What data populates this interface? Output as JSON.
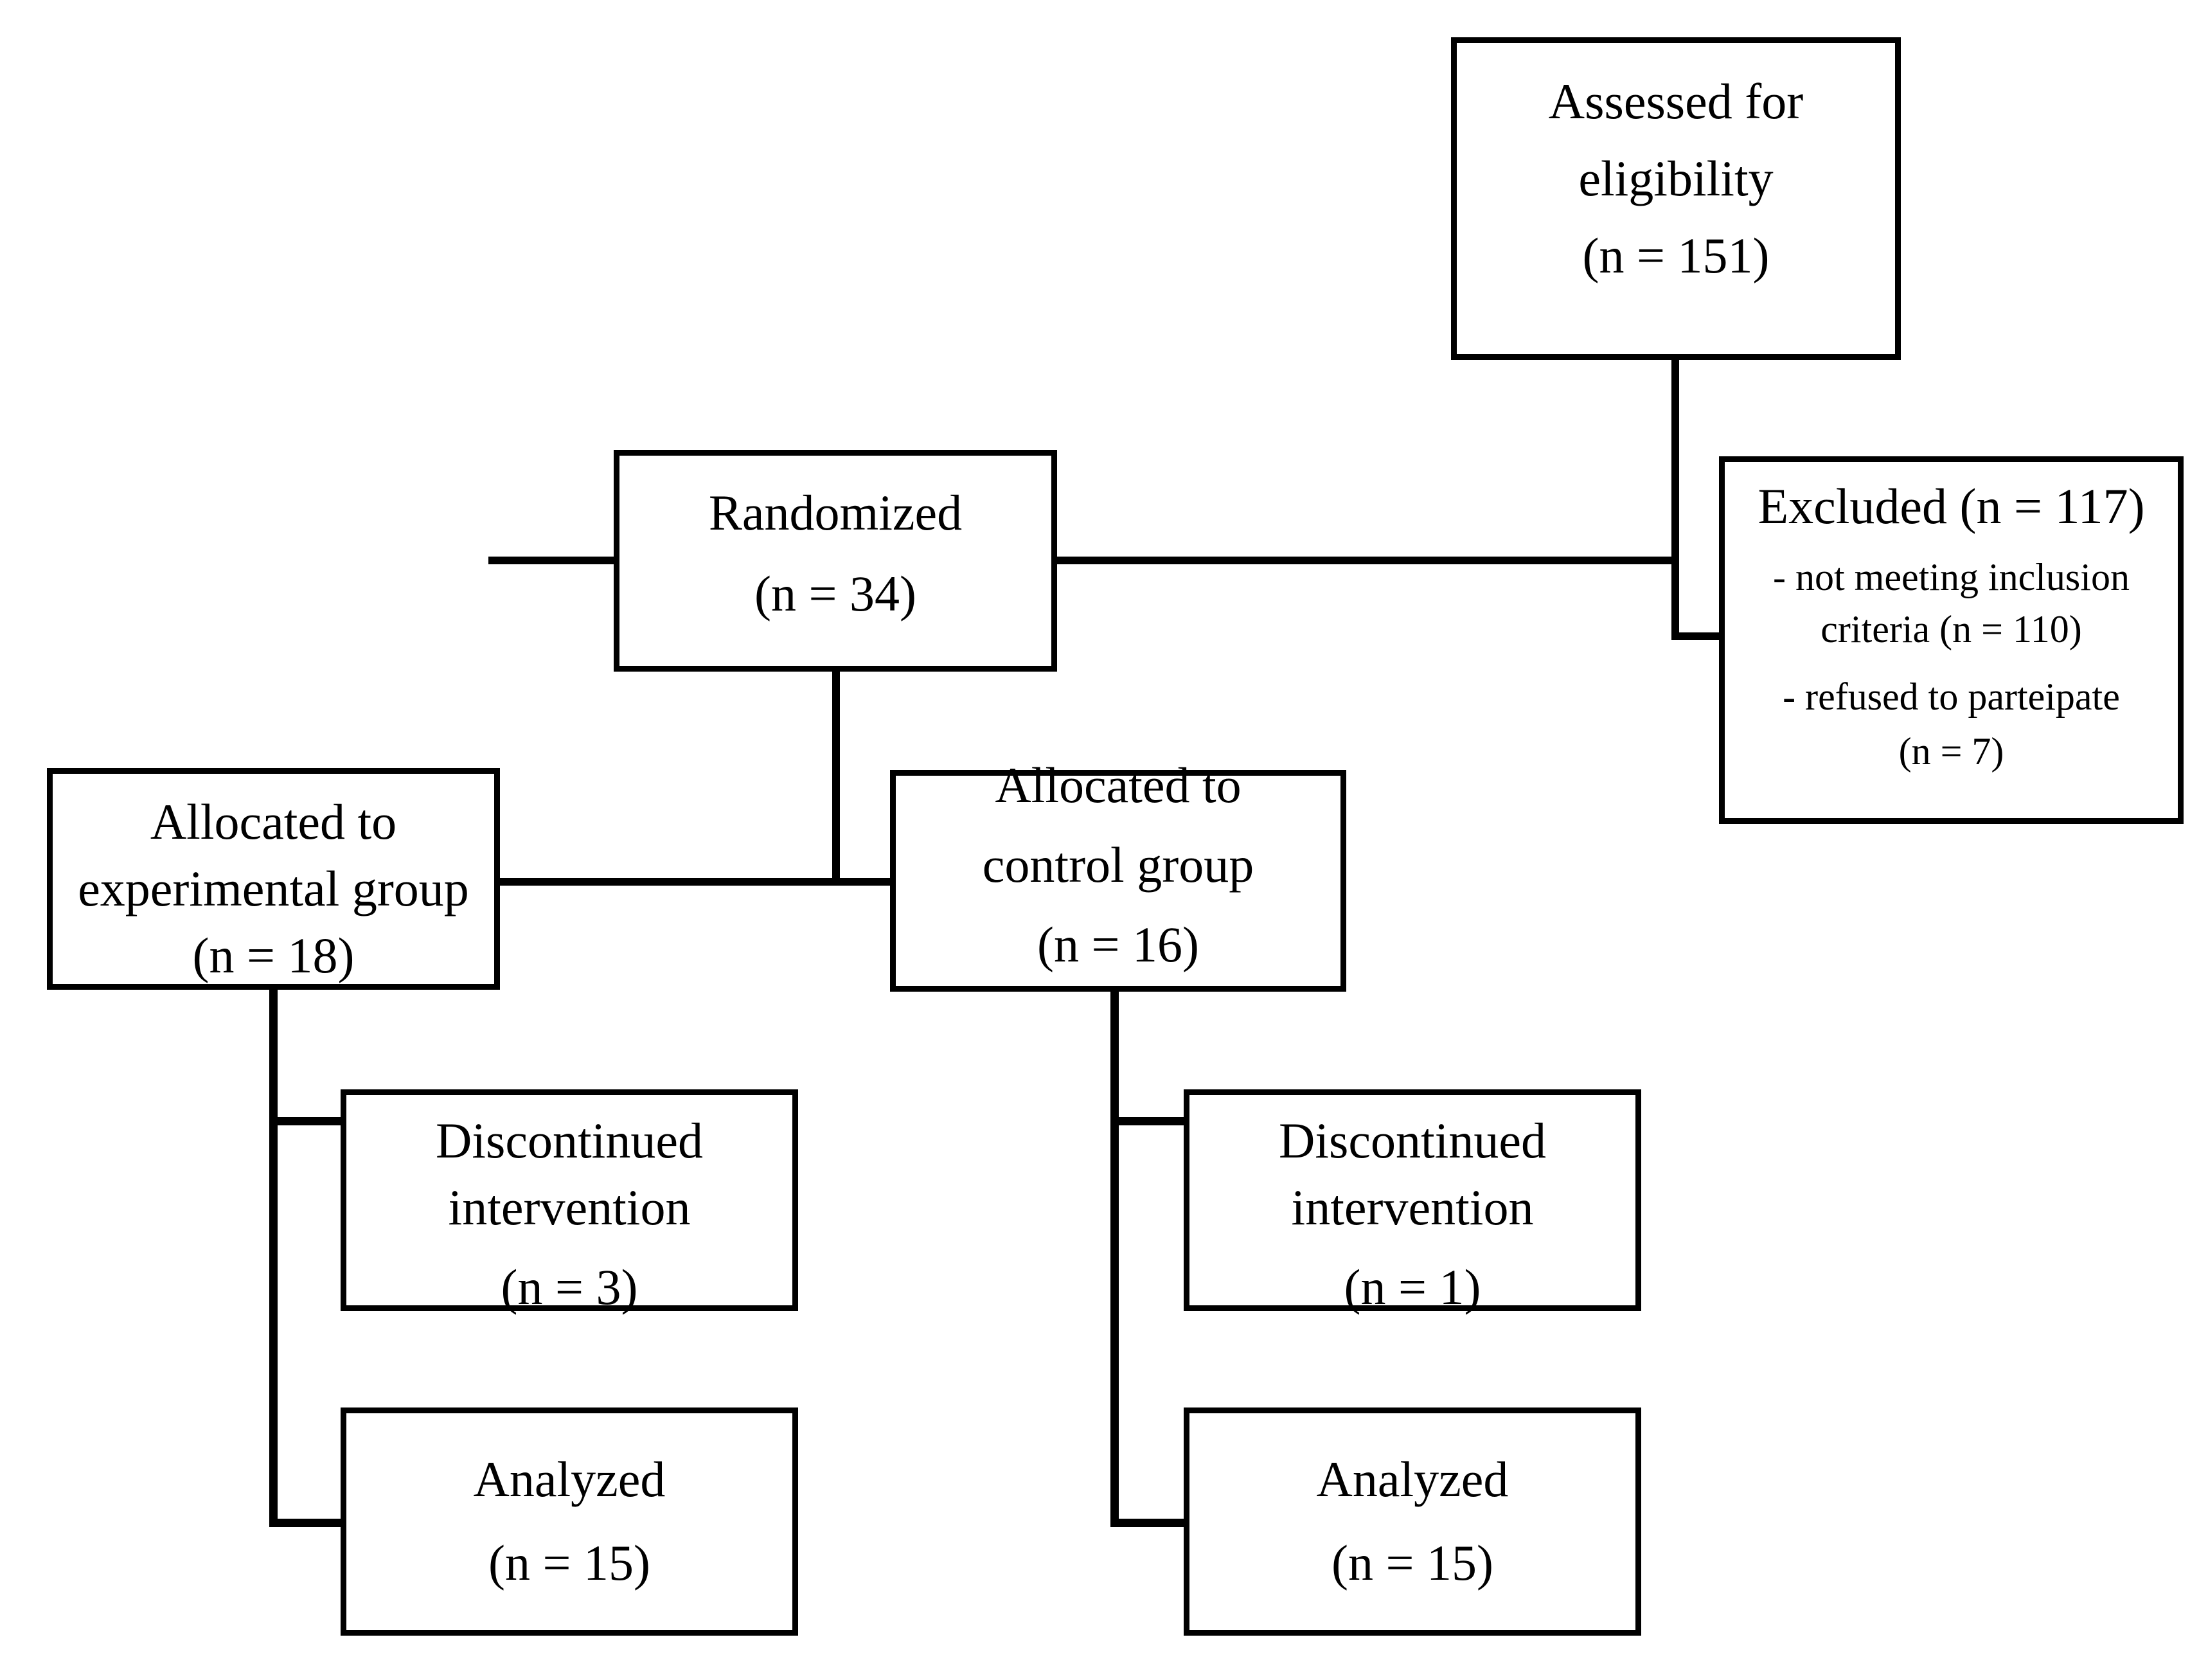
{
  "diagram": {
    "title": "CONSORT participant flow diagram",
    "type": "flowchart",
    "line_color": "#000000",
    "background_color": "#ffffff",
    "nodes": {
      "assessed": {
        "line1": "Assessed for",
        "line2": "eligibility",
        "line3": "(n = 151)",
        "n": 151
      },
      "excluded": {
        "heading": "Excluded (n = 117)",
        "reason1": "- not meeting inclusion",
        "reason1b": "criteria (n = 110)",
        "reason2": "- refused to parteipate",
        "reason2b": "(n = 7)",
        "n": 117,
        "not_meeting_inclusion_criteria_n": 110,
        "refused_to_participate_n": 7
      },
      "randomized": {
        "line1": "Randomized",
        "line2": "(n = 34)",
        "n": 34
      },
      "allocated_experimental": {
        "line1": "Allocated to",
        "line2": "experimental group",
        "line3": "(n = 18)",
        "n": 18
      },
      "allocated_control": {
        "line1": "Allocated to",
        "line2": "control group",
        "line3": "(n = 16)",
        "n": 16
      },
      "discontinued_experimental": {
        "line1": "Discontinued",
        "line2": "intervention",
        "line3": "(n = 3)",
        "n": 3
      },
      "discontinued_control": {
        "line1": "Discontinued",
        "line2": "intervention",
        "line3": "(n = 1)",
        "n": 1
      },
      "analyzed_experimental": {
        "line1": "Analyzed",
        "line2": "(n = 15)",
        "n": 15
      },
      "analyzed_control": {
        "line1": "Analyzed",
        "line2": "(n = 15)",
        "n": 15
      }
    }
  }
}
